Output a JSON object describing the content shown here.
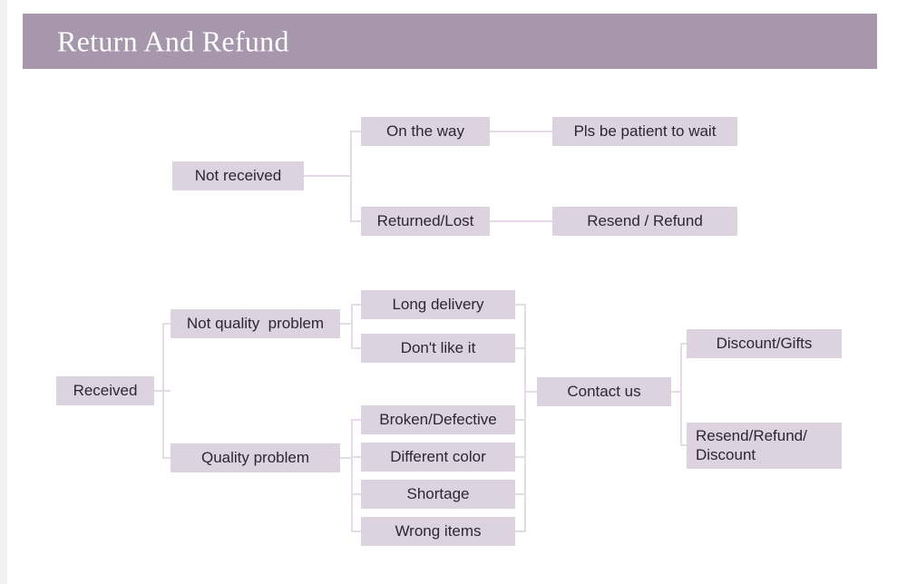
{
  "slide": {
    "title": "Return And Refund",
    "banner_color": "#a797ad",
    "node_color": "#ddd2e0",
    "connector_color": "#e4dbe6",
    "text_color": "#2b2733",
    "background": "#ffffff"
  },
  "chart_data": {
    "type": "diagram",
    "title": "Return And Refund",
    "layout": "horizontal tree / flowchart, left-to-right",
    "trees": [
      {
        "id": "not-received-tree",
        "root": "Not received",
        "branches": [
          {
            "label": "On the way",
            "outcome": "Pls be patient to wait"
          },
          {
            "label": "Returned/Lost",
            "outcome": "Resend / Refund"
          }
        ]
      },
      {
        "id": "received-tree",
        "root": "Received",
        "branches": [
          {
            "label": "Not quality  problem",
            "children": [
              "Long delivery",
              "Don't like it"
            ]
          },
          {
            "label": "Quality problem",
            "children": [
              "Broken/Defective",
              "Different color",
              "Shortage",
              "Wrong items"
            ]
          }
        ],
        "merge_node": "Contact us",
        "outcomes": [
          "Discount/Gifts",
          "Resend/Refund/\nDiscount"
        ]
      }
    ]
  },
  "nodes": {
    "not_received": "Not received",
    "on_the_way": "On the way",
    "pls_be_patient": "Pls be patient to wait",
    "returned_lost": "Returned/Lost",
    "resend_refund": "Resend / Refund",
    "received": "Received",
    "not_quality_problem": "Not quality  problem",
    "quality_problem": "Quality problem",
    "long_delivery": "Long delivery",
    "dont_like_it": "Don't like it",
    "broken_defective": "Broken/Defective",
    "different_color": "Different color",
    "shortage": "Shortage",
    "wrong_items": "Wrong items",
    "contact_us": "Contact us",
    "discount_gifts": "Discount/Gifts",
    "resend_refund_discount": "Resend/Refund/\nDiscount"
  }
}
